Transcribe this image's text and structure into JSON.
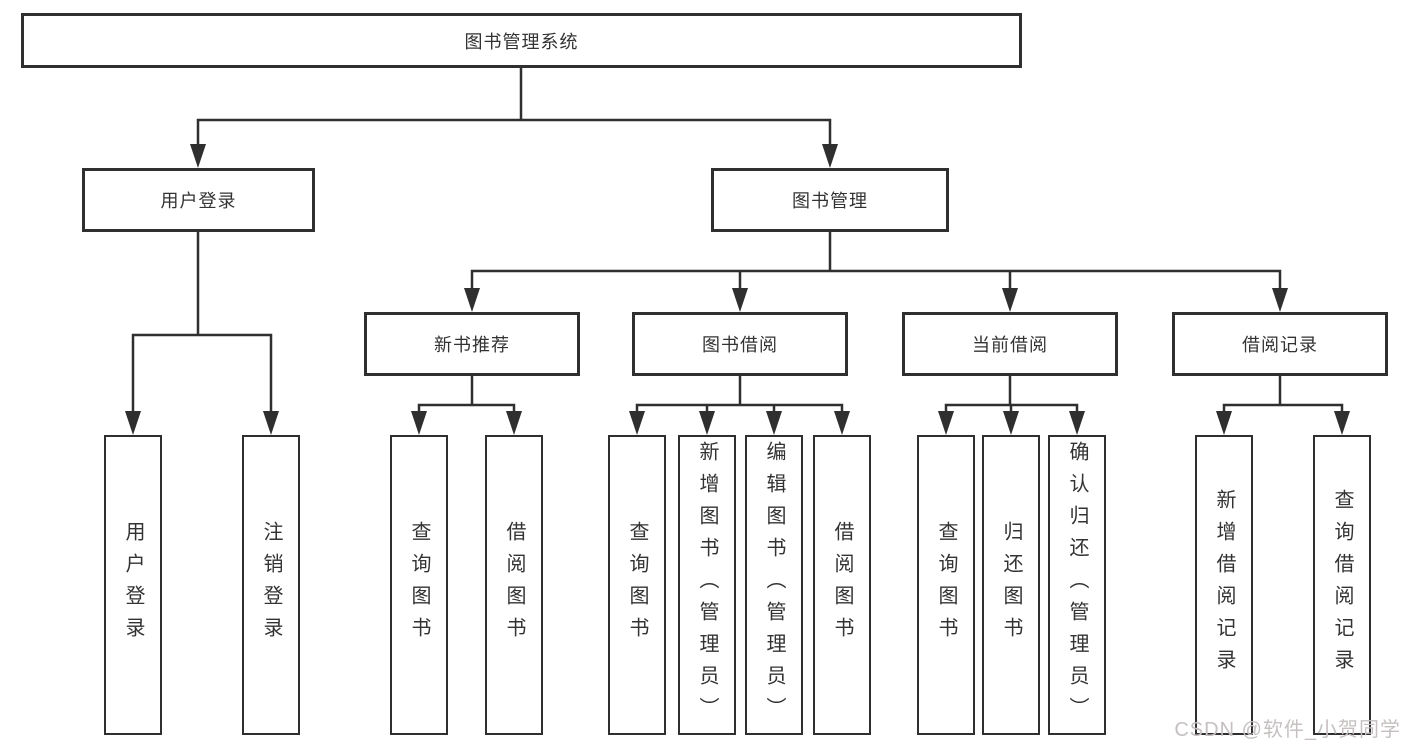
{
  "diagram": {
    "root": {
      "label": "图书管理系统"
    },
    "level2": [
      {
        "label": "用户登录"
      },
      {
        "label": "图书管理"
      }
    ],
    "level3": [
      {
        "label": "新书推荐"
      },
      {
        "label": "图书借阅"
      },
      {
        "label": "当前借阅"
      },
      {
        "label": "借阅记录"
      }
    ],
    "leaves": {
      "login": [
        {
          "label": "用户登录"
        },
        {
          "label": "注销登录"
        }
      ],
      "recommend": [
        {
          "label": "查询图书"
        },
        {
          "label": "借阅图书"
        }
      ],
      "borrow": [
        {
          "label": "查询图书"
        },
        {
          "label": "新增图书（管理员）"
        },
        {
          "label": "编辑图书（管理员）"
        },
        {
          "label": "借阅图书"
        }
      ],
      "current": [
        {
          "label": "查询图书"
        },
        {
          "label": "归还图书"
        },
        {
          "label": "确认归还（管理员）"
        }
      ],
      "records": [
        {
          "label": "新增借阅记录"
        },
        {
          "label": "查询借阅记录"
        }
      ]
    }
  },
  "watermark": {
    "text": "CSDN @软件_小贺同学"
  },
  "colors": {
    "line": "#2f2f2f",
    "text": "#333333",
    "watermark": "#c6c0c0",
    "background": "#ffffff"
  }
}
